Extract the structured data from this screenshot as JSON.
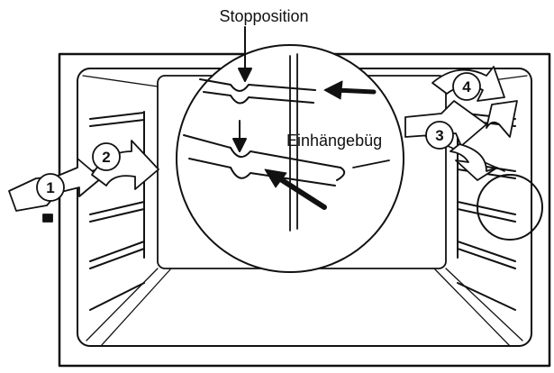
{
  "labels": {
    "stopposition": "Stopposition",
    "einhaengebuegel": "Einhängebüg"
  },
  "steps": [
    "1",
    "2",
    "3",
    "4"
  ],
  "colors": {
    "ink": "#111111",
    "paper": "#ffffff"
  }
}
